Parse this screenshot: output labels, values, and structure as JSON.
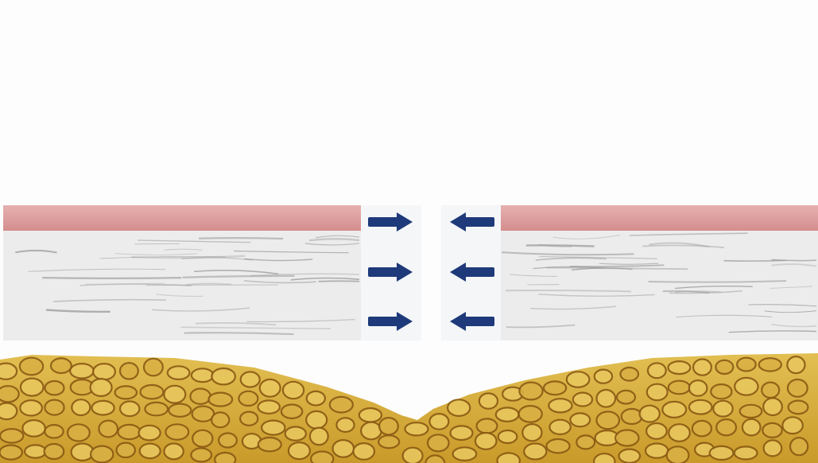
{
  "diagram": {
    "arrows": {
      "left_side_direction": "right",
      "right_side_direction": "left",
      "rows": 3,
      "color": "#1f3a7a"
    },
    "colors": {
      "background": "#fdfdfd",
      "epidermis": "#d99a9a",
      "dermis": "#e9e9e9",
      "dermis_fibers": "#9a9a9a",
      "fat": "#d7b13c",
      "fat_outline": "#8a5a14"
    }
  }
}
